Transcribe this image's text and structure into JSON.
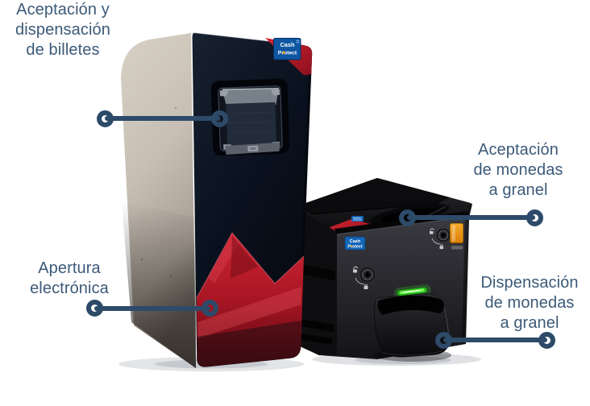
{
  "page": {
    "background": "#ffffff"
  },
  "colors": {
    "callout_line": "#2d4a69",
    "label_text": "#3c5a78",
    "brand_blue": "#1266b8",
    "machine_red": "#c21f2e",
    "led_green": "#3fe22a",
    "button_orange": "#f0941a",
    "cabinet_side_beige": "#c7bfb4",
    "cabinet_front_dark": "#0a101c",
    "coin_unit_gray": "#2a2a2e"
  },
  "callouts": [
    {
      "id": "bill-accept-dispense",
      "lines": [
        "Aceptación y",
        "dispensación",
        "de billetes"
      ]
    },
    {
      "id": "coin-accept",
      "lines": [
        "Aceptación",
        "de monedas",
        "a granel"
      ]
    },
    {
      "id": "electronic-opening",
      "lines": [
        "Apertura",
        "electrónica"
      ]
    },
    {
      "id": "coin-dispense",
      "lines": [
        "Dispensación",
        "de monedas",
        "a granel"
      ]
    }
  ],
  "machines": {
    "bill_unit": {
      "name": "bill-recycler-cabinet",
      "brand": {
        "line1": "Cash",
        "line2": "Protect"
      }
    },
    "coin_unit": {
      "name": "coin-recycler-unit",
      "brand": {
        "line1": "Cash",
        "line2": "Protect"
      }
    }
  }
}
